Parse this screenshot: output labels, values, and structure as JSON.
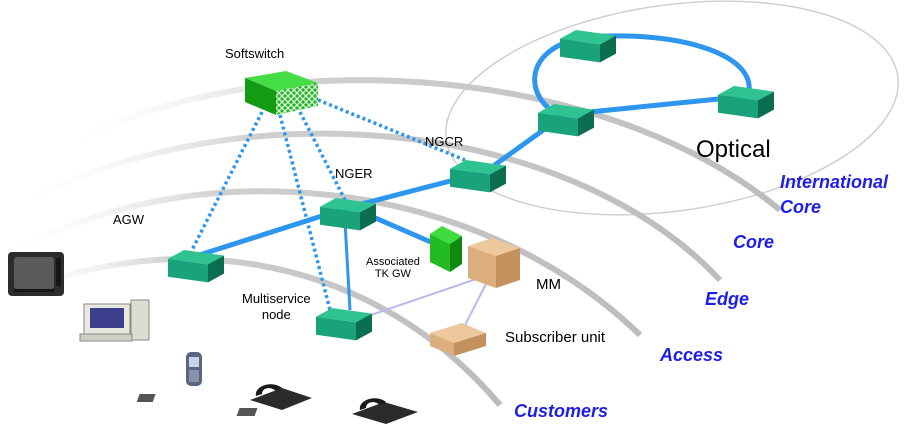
{
  "nodes": {
    "softswitch": "Softswitch",
    "ngcr": "NGCR",
    "nger": "NGER",
    "agw": "AGW",
    "associated_tk_gw": [
      "Associated",
      "TK GW"
    ],
    "mm": "MM",
    "multiservice_node": [
      "Multiservice",
      "node"
    ],
    "subscriber_unit": "Subscriber unit",
    "optical": "Optical"
  },
  "tiers": {
    "international_core": [
      "International",
      "Core"
    ],
    "core": "Core",
    "edge": "Edge",
    "access": "Access",
    "customers": "Customers"
  },
  "colors": {
    "router": "#1aa37a",
    "router_top": "#2fc391",
    "router_dark": "#0b6e50",
    "link_blue": "#2e96ee",
    "signal_blue": "#2e96ee",
    "lavender": "#b9b9ec",
    "softswitch": "#22bb22",
    "mm_box": "#dcae7e",
    "tier_text": "#1e1ee6",
    "ring_gray": "#c8c8c8"
  },
  "icons": [
    "tv-icon",
    "desktop-computer-icon",
    "mobile-phone-icon",
    "desk-phone-icon",
    "desk-phone-icon"
  ]
}
